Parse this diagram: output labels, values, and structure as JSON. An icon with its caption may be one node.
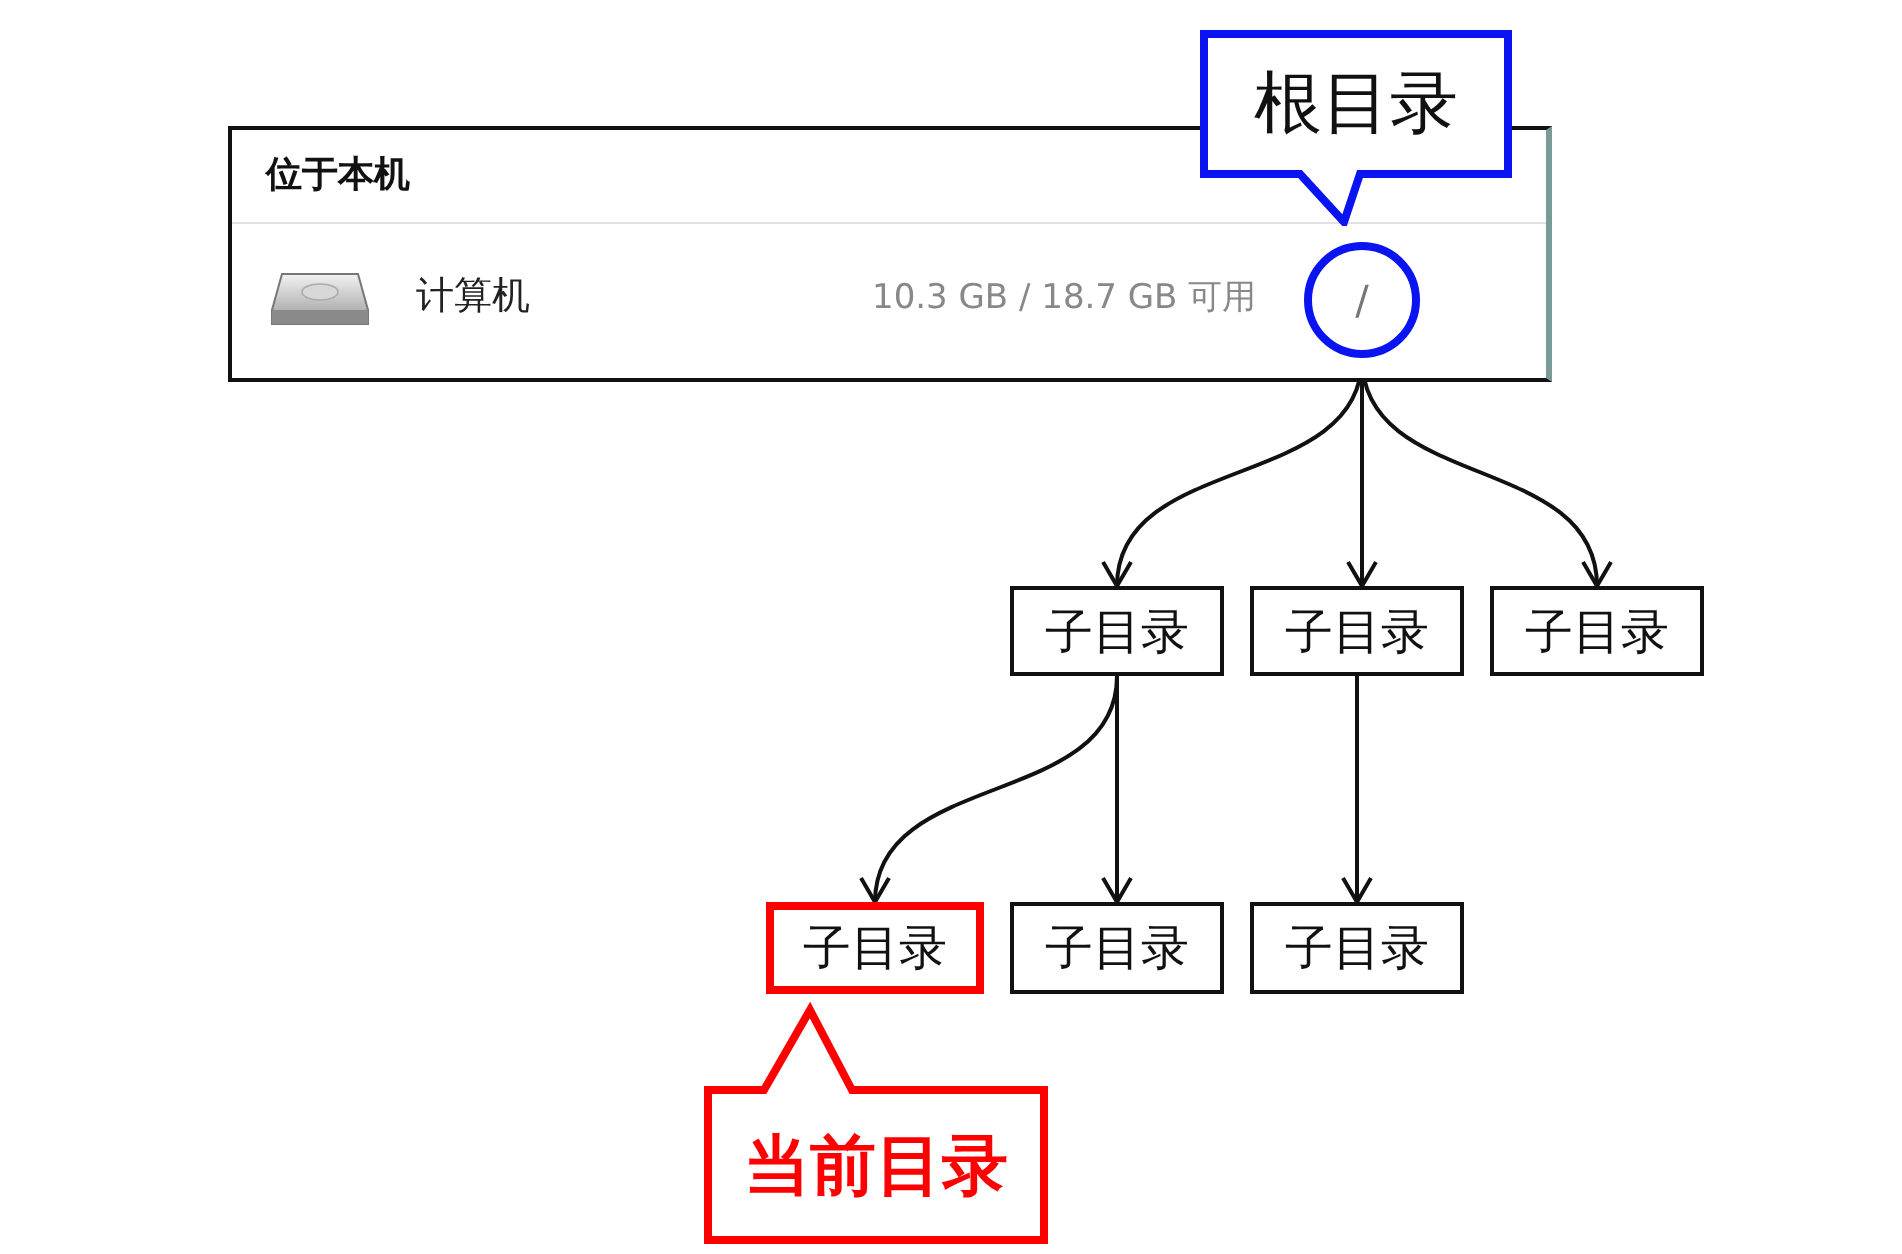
{
  "diagram": {
    "nodes": [
      {
        "text": [
          "根目录"
        ]
      },
      {
        "text": [
          "位于本机",
          "计算机",
          "10.3 GB / 18.7 GB 可用"
        ]
      },
      {
        "text": [
          "/"
        ],
        "in": 1
      },
      {
        "text": [
          "子目录"
        ]
      },
      {
        "text": [
          "子目录"
        ]
      },
      {
        "text": [
          "子目录"
        ]
      },
      {
        "text": [
          "子目录"
        ]
      },
      {
        "text": [
          "子目录"
        ]
      },
      {
        "text": [
          "子目录"
        ]
      },
      {
        "text": [
          "当前目录"
        ]
      }
    ],
    "edges": [
      {
        "from": 2,
        "to": 3,
        "arrow": "to"
      },
      {
        "from": 2,
        "to": 4,
        "arrow": "to"
      },
      {
        "from": 2,
        "to": 5,
        "arrow": "to"
      },
      {
        "from": 3,
        "to": 6,
        "arrow": "to"
      },
      {
        "from": 3,
        "to": 7,
        "arrow": "to"
      },
      {
        "from": 4,
        "to": 8,
        "arrow": "to"
      }
    ]
  }
}
